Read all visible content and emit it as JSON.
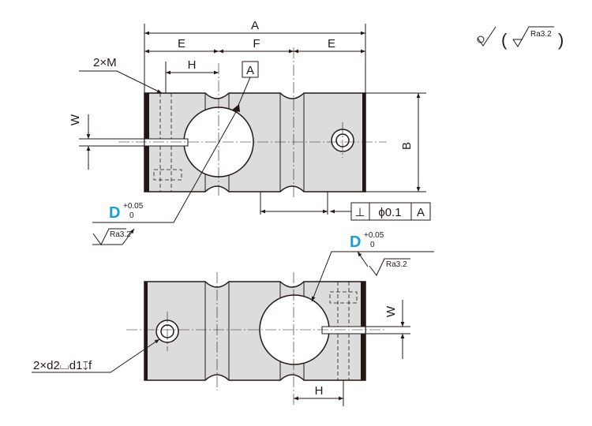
{
  "dimensions": {
    "A": "A",
    "E_left": "E",
    "F": "F",
    "E_right": "E",
    "H_top": "H",
    "H_bottom": "H",
    "B": "B",
    "W_top": "W",
    "W_bottom": "W",
    "M": "2×M",
    "hole_callout": "2×d2⌴d1↧f"
  },
  "datum": {
    "label": "A"
  },
  "tolerance_frame": {
    "symbol": "⊥",
    "value": "ϕ0.1",
    "datum": "A"
  },
  "bore": {
    "label": "D",
    "upper_tol": "+0.05",
    "lower_tol": "0"
  },
  "surface_finish": {
    "roughness": "Ra3.2",
    "general_symbol": "√",
    "open_paren": "(",
    "close_paren": ")"
  },
  "colors": {
    "accent": "#1a9be0",
    "line": "#231815",
    "body": "#dcdcdc"
  }
}
